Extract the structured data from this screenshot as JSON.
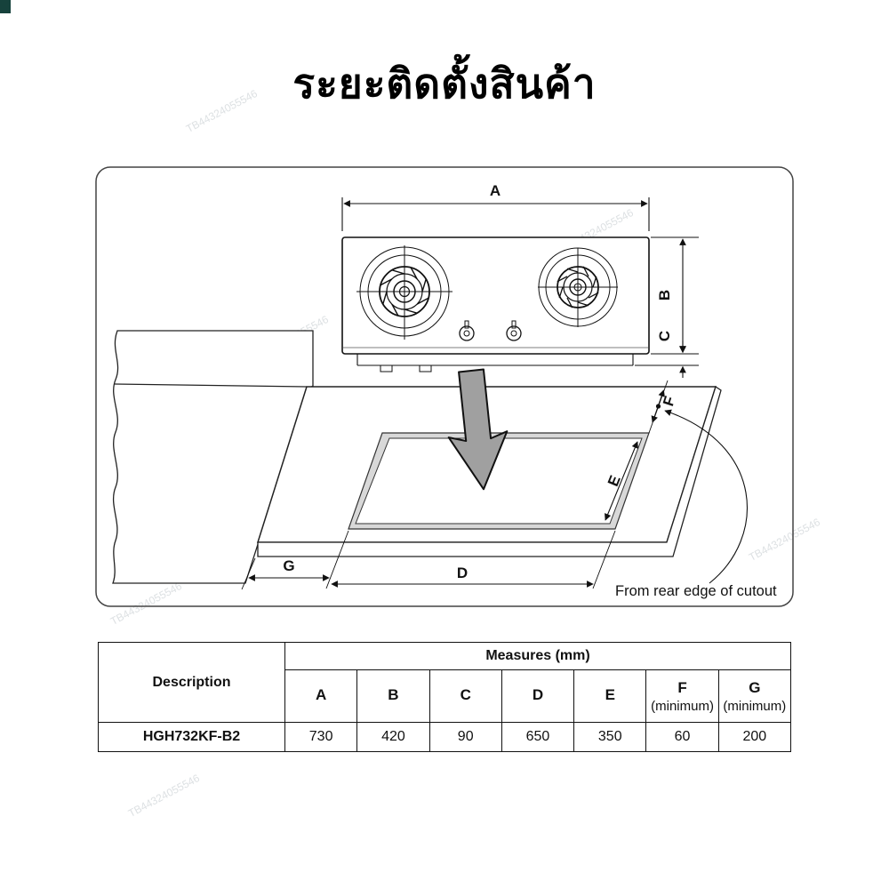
{
  "page": {
    "title": "ระยะติดตั้งสินค้า"
  },
  "watermark": {
    "text": "TB44324055546"
  },
  "diagram": {
    "labels": {
      "A": "A",
      "B": "B",
      "C": "C",
      "D": "D",
      "E": "E",
      "F": "F",
      "G": "G"
    },
    "note": "From rear edge of cutout"
  },
  "table": {
    "description_header": "Description",
    "measures_header": "Measures (mm)",
    "columns": [
      {
        "label": "A",
        "sub": ""
      },
      {
        "label": "B",
        "sub": ""
      },
      {
        "label": "C",
        "sub": ""
      },
      {
        "label": "D",
        "sub": ""
      },
      {
        "label": "E",
        "sub": ""
      },
      {
        "label": "F",
        "sub": "(minimum)"
      },
      {
        "label": "G",
        "sub": "(minimum)"
      }
    ],
    "row": {
      "description": "HGH732KF-B2",
      "values": [
        "730",
        "420",
        "90",
        "650",
        "350",
        "60",
        "200"
      ]
    }
  }
}
